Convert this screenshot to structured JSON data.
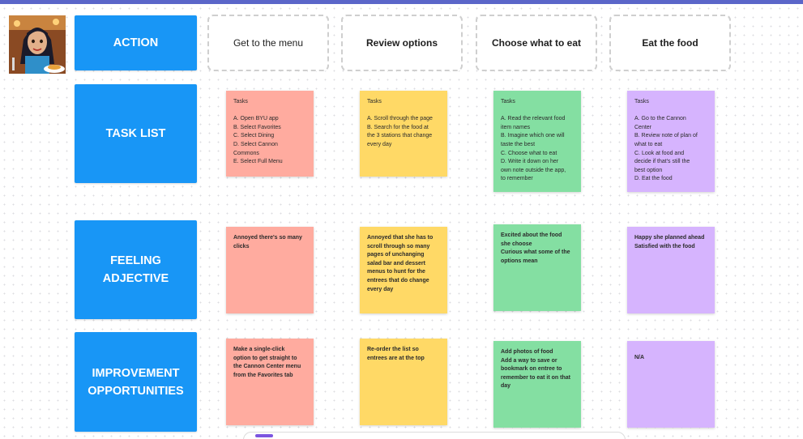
{
  "rows": {
    "action": "ACTION",
    "task_list": "TASK LIST",
    "feeling": "FEELING\nADJECTIVE",
    "improvement": "IMPROVEMENT\nOPPORTUNITIES"
  },
  "columns": [
    "Get to the menu",
    "Review options",
    "Choose what to eat",
    "Eat the food"
  ],
  "tasks": [
    "Tasks\n\nA. Open BYU app\nB. Select Favorites\nC. Select Dining\nD. Select Cannon\nCommons\nE. Select Full Menu",
    "Tasks\n\nA. Scroll through the page\nB. Search for the food at\nthe 3 stations that change\nevery day",
    "Tasks\n\nA. Read the relevant food\nitem names\nB. Imagine which one will\ntaste the best\nC. Choose what to eat\nD. Write it down on her\nown note outside the app,\nto remember",
    "Tasks\n\nA. Go to the Cannon\nCenter\nB. Review note of plan of\nwhat to eat\nC. Look at food and\ndecide if that's still the\nbest option\nD. Eat the food"
  ],
  "feelings": [
    "Annoyed there's so many\nclicks",
    "Annoyed that she has to\nscroll through so many\npages of unchanging\nsalad bar and dessert\nmenus to hunt for the\nentrees that do change\nevery day",
    "Excited about the food\nshe choose\nCurious what some of the\noptions mean",
    "Happy she planned ahead\nSatisfied with the food"
  ],
  "improvements": [
    "Make a single-click\noption to get straight to\nthe Cannon Center menu\nfrom the Favorites tab",
    "Re-order the list so\nentrees are at the top",
    "Add photos of food\nAdd a way to save or\nbookmark on entree to\nremember to eat it on that\nday",
    "N/A"
  ],
  "icons": {
    "avatar": "user-avatar-illustration"
  },
  "colors": {
    "label_blue": "#1896f6",
    "note_pink": "#ffab9f",
    "note_yellow": "#ffd966",
    "note_green": "#84dfa2",
    "note_purple": "#d6b4fe"
  }
}
